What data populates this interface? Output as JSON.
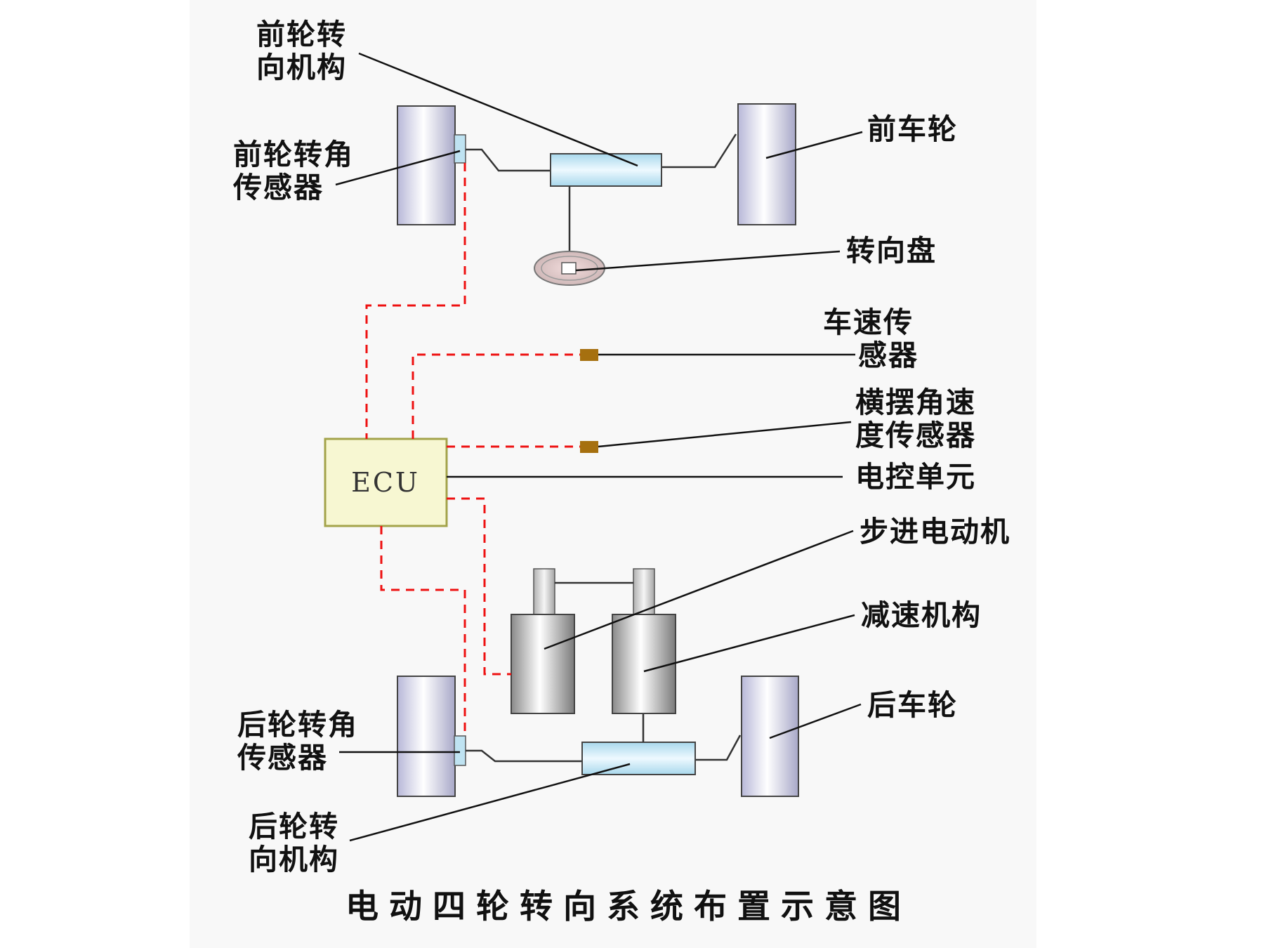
{
  "diagram": {
    "title": "电动四轮转向系统布置示意图",
    "ecu_text": "ECU",
    "labels": {
      "front_steer_mech": [
        "前轮转",
        "向机构"
      ],
      "front_angle_sensor": [
        "前轮转角",
        "传感器"
      ],
      "front_wheel": "前车轮",
      "steering_wheel": "转向盘",
      "speed_sensor": [
        "车速传",
        "感器"
      ],
      "yaw_sensor": [
        "横摆角速",
        "度传感器"
      ],
      "ecu_unit": "电控单元",
      "stepper_motor": "步进电动机",
      "reducer": "减速机构",
      "rear_wheel": "后车轮",
      "rear_angle_sensor": [
        "后轮转角",
        "传感器"
      ],
      "rear_steer_mech": [
        "后轮转",
        "向机构"
      ]
    }
  },
  "colors": {
    "signal_line": "#ee1111",
    "sensor_marker": "#a6700f",
    "ecu_fill": "#f7f7d2",
    "ecu_border": "#a3a34a"
  }
}
